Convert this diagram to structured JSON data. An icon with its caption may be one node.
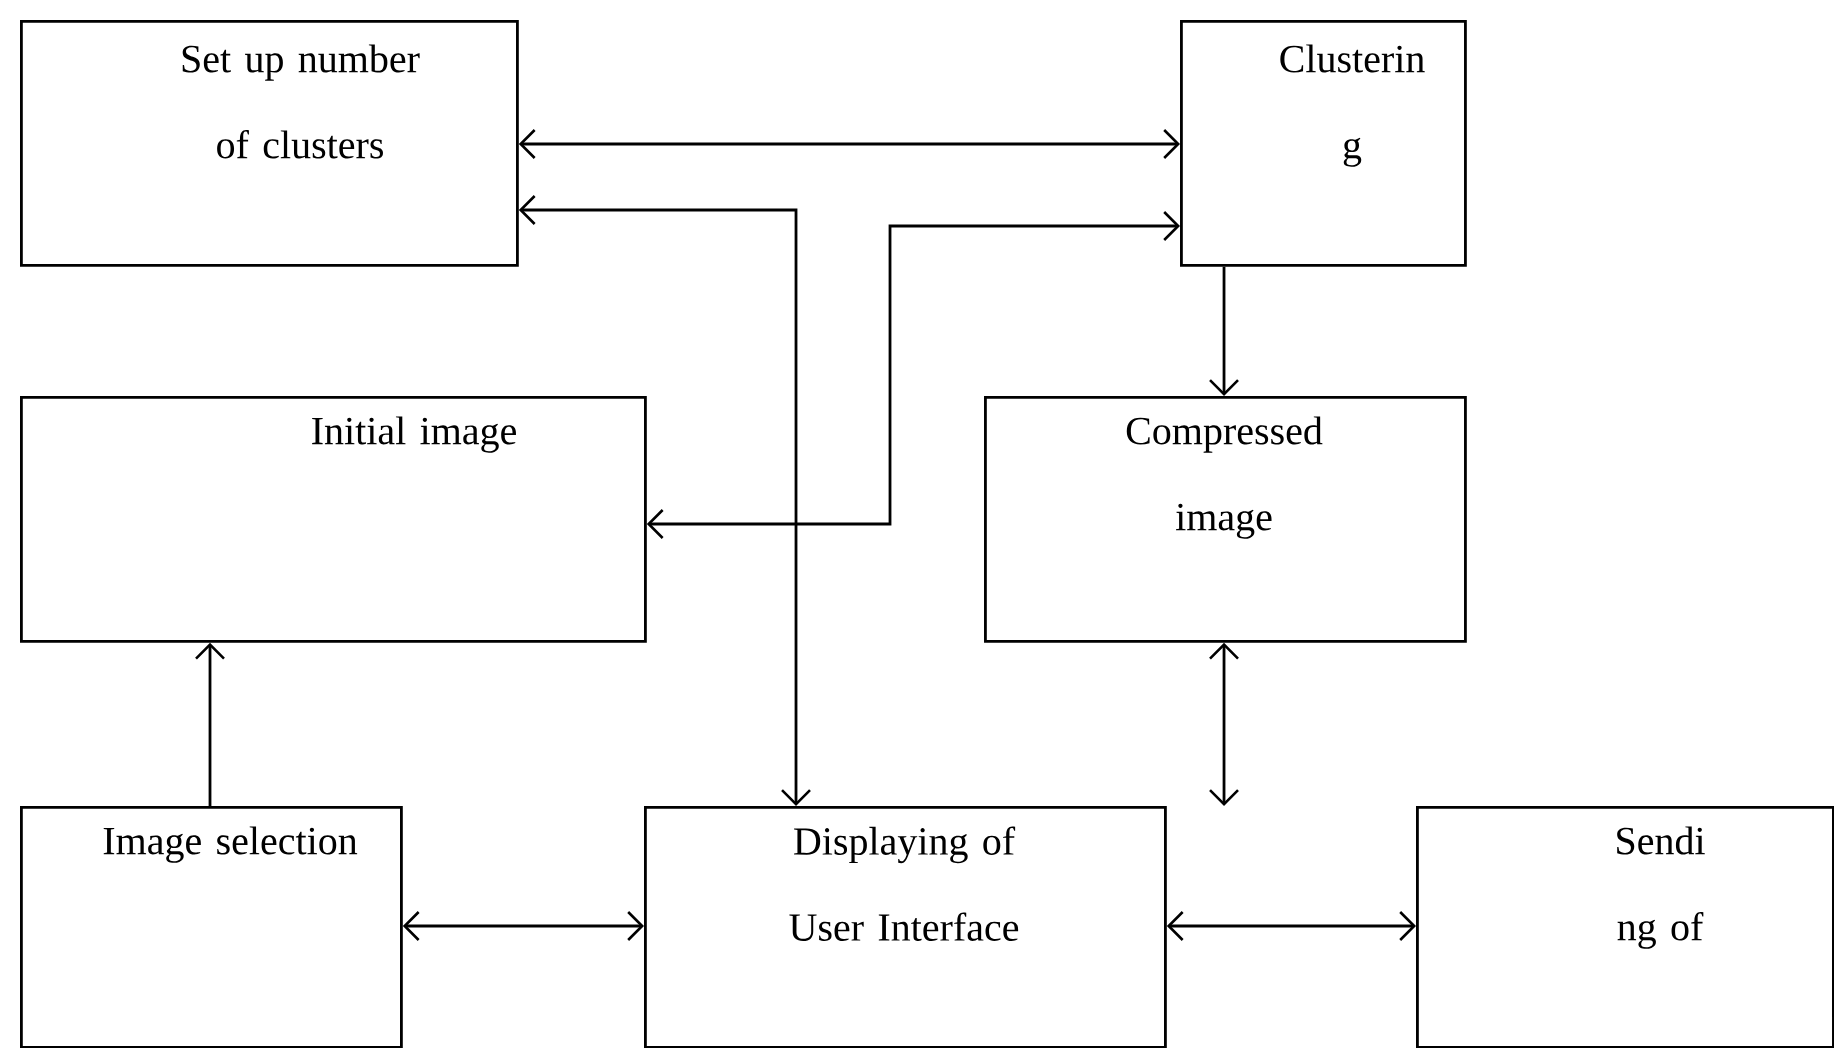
{
  "diagram": {
    "nodes": [
      {
        "text": [
          "Set up number of clusters"
        ]
      },
      {
        "text": [
          "Clusterin g"
        ]
      },
      {
        "text": [
          "Initial image"
        ]
      },
      {
        "text": [
          "Compressed image"
        ]
      },
      {
        "text": [
          "Image selection"
        ]
      },
      {
        "text": [
          "Displaying of User Interface"
        ]
      },
      {
        "text": [
          "Sendi ng of"
        ]
      }
    ],
    "edges": [
      {
        "from": 0,
        "to": 1,
        "arrow": "both"
      },
      {
        "from": 0,
        "to": 5,
        "arrow": "both"
      },
      {
        "from": 1,
        "to": 2,
        "arrow": "both"
      },
      {
        "from": 1,
        "to": 3,
        "arrow": "to"
      },
      {
        "from": 4,
        "to": 2,
        "arrow": "to"
      },
      {
        "from": 3,
        "to": 5,
        "arrow": "both"
      },
      {
        "from": 4,
        "to": 5,
        "arrow": "both"
      },
      {
        "from": 5,
        "to": 6,
        "arrow": "both"
      }
    ]
  }
}
